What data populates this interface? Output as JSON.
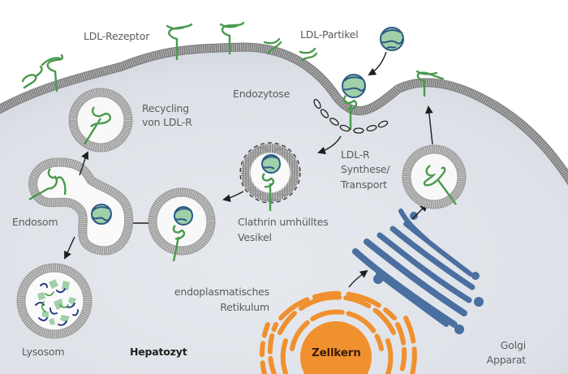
{
  "diagram": {
    "title": "LDL-Rezeptor Zyklus im Hepatozyt",
    "labels": {
      "ldl_receptor": "LDL-Rezeptor",
      "ldl_particle": "LDL-Partikel",
      "endocytosis": "Endozytose",
      "recycling_line1": "Recycling",
      "recycling_line2": "von LDL-R",
      "synthesis_line1": "LDL-R",
      "synthesis_line2": "Synthese/",
      "synthesis_line3": "Transport",
      "endosome": "Endosom",
      "clathrin_line1": "Clathrin umhülltes",
      "clathrin_line2": "Vesikel",
      "er_line1": "endoplasmatisches",
      "er_line2": "Retikulum",
      "lysosome": "Lysosom",
      "hepatocyte": "Hepatozyt",
      "nucleus": "Zellkern",
      "golgi_line1": "Golgi",
      "golgi_line2": "Apparat"
    },
    "colors": {
      "background": "#ffffff",
      "cytoplasm": "#e2e5ea",
      "membrane": "#8c8c8c",
      "receptor": "#4a9a4e",
      "ldl_fill": "#9fd0a8",
      "ldl_stroke": "#2b5a86",
      "golgi": "#4a6fa0",
      "nucleus": "#f0902e",
      "arrow": "#1f1f1f",
      "clathrin": "#222222"
    },
    "nodes": [
      {
        "id": "ldl-particle-extracellular",
        "kind": "ldl-particle"
      },
      {
        "id": "endocytosis-pit",
        "kind": "membrane-invagination"
      },
      {
        "id": "clathrin-vesicle",
        "kind": "vesicle"
      },
      {
        "id": "transport-vesicle",
        "kind": "vesicle"
      },
      {
        "id": "endosome",
        "kind": "organelle"
      },
      {
        "id": "recycling-vesicle",
        "kind": "vesicle"
      },
      {
        "id": "lysosome",
        "kind": "organelle"
      },
      {
        "id": "golgi",
        "kind": "organelle"
      },
      {
        "id": "nucleus",
        "kind": "organelle"
      },
      {
        "id": "synthesis-vesicle",
        "kind": "vesicle"
      }
    ],
    "edges": [
      {
        "from": "ldl-particle-extracellular",
        "to": "endocytosis-pit"
      },
      {
        "from": "endocytosis-pit",
        "to": "clathrin-vesicle"
      },
      {
        "from": "clathrin-vesicle",
        "to": "transport-vesicle"
      },
      {
        "from": "transport-vesicle",
        "to": "endosome"
      },
      {
        "from": "endosome",
        "to": "recycling-vesicle"
      },
      {
        "from": "endosome",
        "to": "lysosome"
      },
      {
        "from": "nucleus",
        "to": "golgi"
      },
      {
        "from": "golgi",
        "to": "synthesis-vesicle"
      },
      {
        "from": "synthesis-vesicle",
        "to": "cell-membrane"
      }
    ]
  }
}
